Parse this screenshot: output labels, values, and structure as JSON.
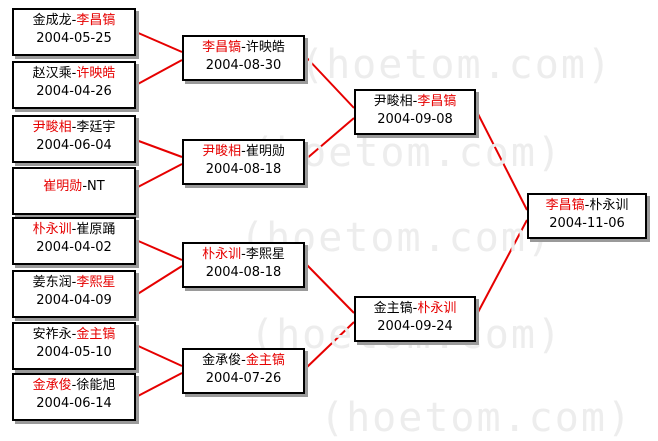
{
  "watermark": "(hoetom.com)",
  "bracket": {
    "round1": [
      {
        "left": "金成龙",
        "right": "李昌镐",
        "winner": "right",
        "date": "2004-05-25"
      },
      {
        "left": "赵汉乘",
        "right": "许映皓",
        "winner": "right",
        "date": "2004-04-26"
      },
      {
        "left": "尹畯相",
        "right": "李廷宇",
        "winner": "left",
        "date": "2004-06-04"
      },
      {
        "left": "崔明勋",
        "right": "NT",
        "winner": "left",
        "date": ""
      },
      {
        "left": "朴永训",
        "right": "崔原踊",
        "winner": "left",
        "date": "2004-04-02"
      },
      {
        "left": "姜东润",
        "right": "李熙星",
        "winner": "right",
        "date": "2004-04-09"
      },
      {
        "left": "安祚永",
        "right": "金主镐",
        "winner": "right",
        "date": "2004-05-10"
      },
      {
        "left": "金承俊",
        "right": "徐能旭",
        "winner": "left",
        "date": "2004-06-14"
      }
    ],
    "round2": [
      {
        "left": "李昌镐",
        "right": "许映皓",
        "winner": "left",
        "date": "2004-08-30"
      },
      {
        "left": "尹畯相",
        "right": "崔明勋",
        "winner": "left",
        "date": "2004-08-18"
      },
      {
        "left": "朴永训",
        "right": "李熙星",
        "winner": "left",
        "date": "2004-08-18"
      },
      {
        "left": "金承俊",
        "right": "金主镐",
        "winner": "right",
        "date": "2004-07-26"
      }
    ],
    "round3": [
      {
        "left": "尹畯相",
        "right": "李昌镐",
        "winner": "right",
        "date": "2004-09-08"
      },
      {
        "left": "金主镐",
        "right": "朴永训",
        "winner": "right",
        "date": "2004-09-24"
      }
    ],
    "final": [
      {
        "left": "李昌镐",
        "right": "朴永训",
        "winner": "left",
        "date": "2004-11-06"
      }
    ]
  },
  "colors": {
    "winner": "#e60000",
    "text": "#000000",
    "line": "#e60000"
  }
}
